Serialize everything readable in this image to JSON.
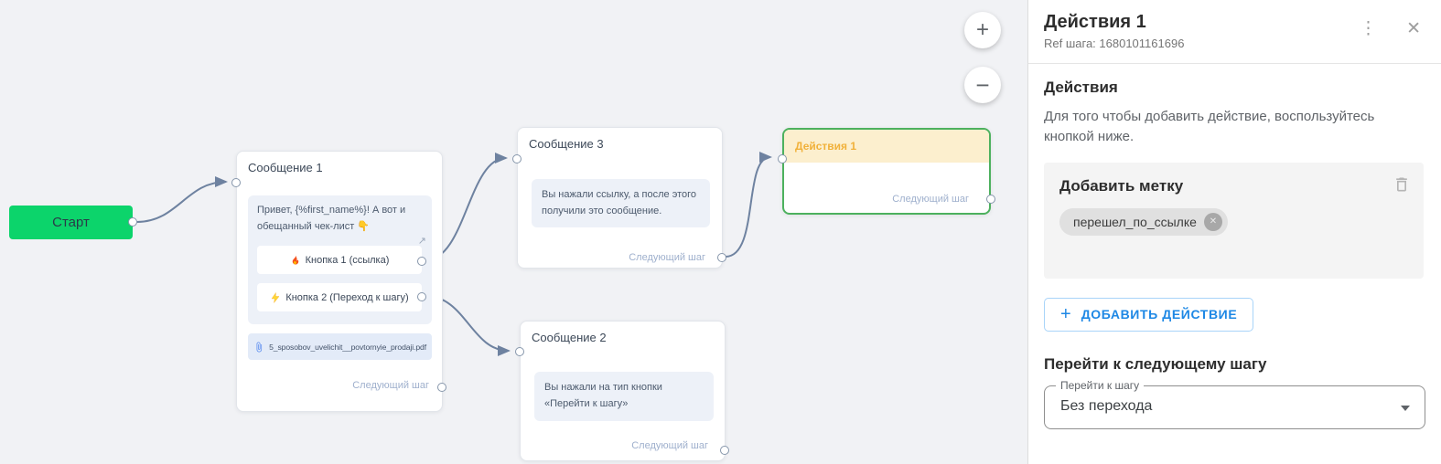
{
  "canvas": {
    "zoom_in": "+",
    "zoom_out": "−",
    "start": {
      "label": "Старт"
    },
    "message1": {
      "title": "Сообщение 1",
      "text": "Привет, {%first_name%}! А вот и обещанный чек-лист 👇",
      "button1": {
        "label": "Кнопка 1 (ссылка)"
      },
      "button2": {
        "label": "Кнопка 2 (Переход к шагу)"
      },
      "external_arrow": "↗",
      "attachment": "5_sposobov_uvelichit__povtornyie_prodaji.pdf",
      "next_step": "Следующий шаг"
    },
    "message3": {
      "title": "Сообщение 3",
      "text": "Вы нажали ссылку, а после этого получили это сообщение.",
      "next_step": "Следующий шаг"
    },
    "message2": {
      "title": "Сообщение 2",
      "text": "Вы нажали на тип кнопки «Перейти к шагу»",
      "next_step": "Следующий шаг"
    },
    "actions1": {
      "title": "Действия 1",
      "next_step": "Следующий шаг"
    }
  },
  "panel": {
    "title": "Действия 1",
    "ref_label": "Ref шага: 1680101161696",
    "kebab": "⋮",
    "close": "✕",
    "section_title": "Действия",
    "description": "Для того чтобы добавить действие, воспользуйтесь кнопкой ниже.",
    "card": {
      "title": "Добавить метку",
      "tag": "перешел_по_ссылке",
      "remove": "✕"
    },
    "add_action": {
      "plus": "+",
      "label": "ДОБАВИТЬ ДЕЙСТВИЕ"
    },
    "goto": {
      "title": "Перейти к следующему шагу",
      "field_label": "Перейти к шагу",
      "value": "Без перехода"
    }
  },
  "colors": {
    "canvas_bg": "#f1f2f5",
    "start_green": "#0cd46b",
    "actions_border": "#4db15e",
    "actions_header_bg": "#fcefce",
    "actions_title": "#f1b13a",
    "edge": "#6e82a0",
    "accent_blue": "#1e88e5"
  }
}
